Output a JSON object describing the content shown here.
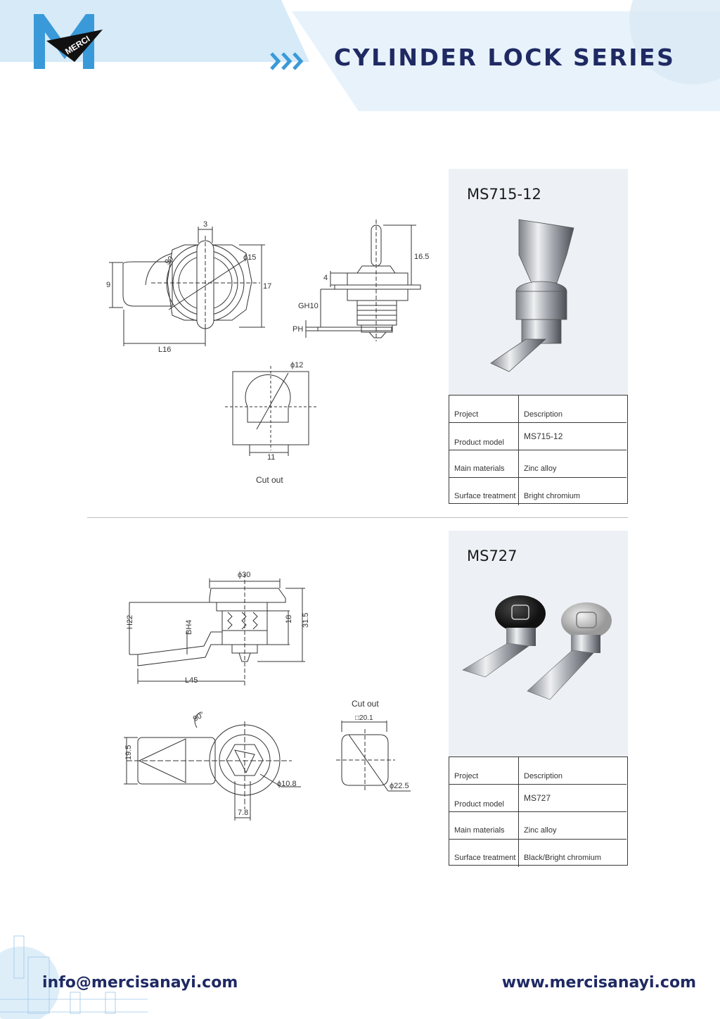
{
  "header": {
    "logo_text": "MERCI",
    "title": "CYLINDER LOCK SERIES"
  },
  "products": [
    {
      "model_title": "MS715-12",
      "drawing_labels": {
        "d3": "3",
        "d90": "90",
        "d15": "ϕ15",
        "d9": "9",
        "d17": "17",
        "l16": "L16",
        "d165": "16.5",
        "d4": "4",
        "gh10": "GH10",
        "ph": "PH",
        "d12": "ϕ12",
        "d11": "11",
        "cutout": "Cut out"
      },
      "spec": {
        "header_key": "Project",
        "header_value": "Description",
        "rows": [
          {
            "key": "Product model",
            "value": "MS715-12"
          },
          {
            "key": "Main materials",
            "value": "Zinc alloy"
          },
          {
            "key": "Surface treatment",
            "value": "Bright chromium"
          }
        ]
      }
    },
    {
      "model_title": "MS727",
      "drawing_labels": {
        "d30": "ϕ30",
        "h22": "H22",
        "bh4": "BH4",
        "d18": "18",
        "d315": "31.5",
        "l45": "L45",
        "d195": "19.5",
        "d90": "90°",
        "d108": "ϕ10.8",
        "d78": "7.8",
        "cutout": "Cut out",
        "sq201": "□20.1",
        "d225": "ϕ22.5"
      },
      "spec": {
        "header_key": "Project",
        "header_value": "Description",
        "rows": [
          {
            "key": "Product model",
            "value": "MS727"
          },
          {
            "key": "Main materials",
            "value": "Zinc alloy"
          },
          {
            "key": "Surface treatment",
            "value": "Black/Bright chromium"
          }
        ]
      }
    }
  ],
  "footer": {
    "email": "info@mercisanayi.com",
    "website": "www.mercisanayi.com"
  },
  "colors": {
    "brand_navy": "#1f2a63",
    "brand_blue": "#3a9ad9",
    "header_band": "#dcecf8",
    "panel_bg": "#edf0f4"
  }
}
